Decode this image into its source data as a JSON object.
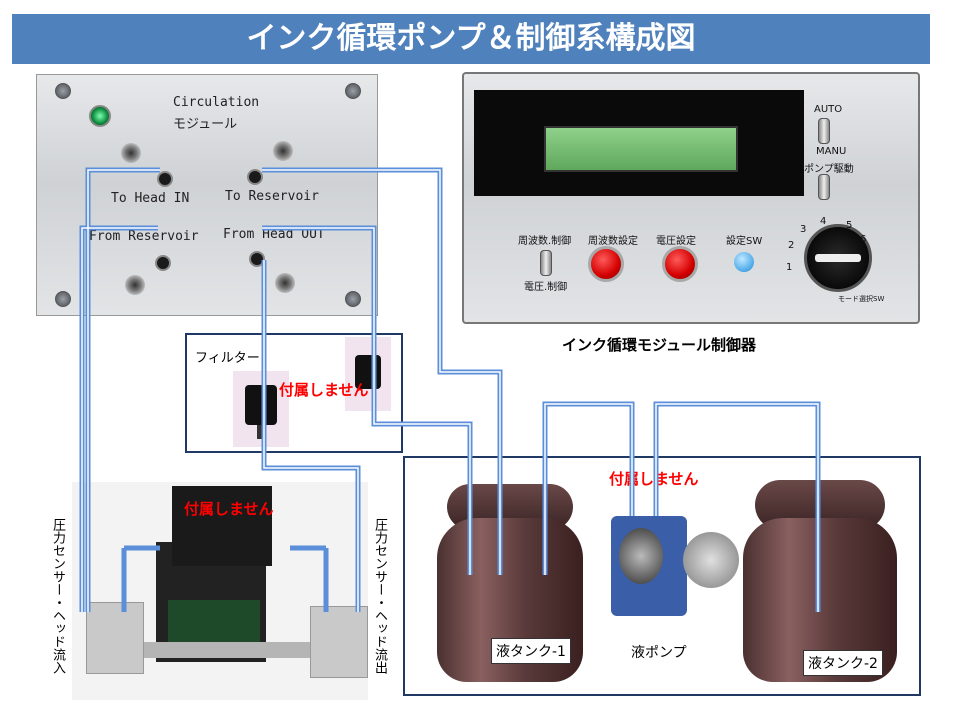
{
  "title": "インク循環ポンプ＆制御系構成図",
  "module": {
    "name_line1": "Circulation",
    "name_line2": "モジュール",
    "port_head_in": "To Head IN",
    "port_reservoir": "To Reservoir",
    "port_from_reservoir": "From Reservoir",
    "port_from_head_out": "From Head OUT"
  },
  "controller": {
    "caption": "インク循環モジュール制御器",
    "auto": "AUTO",
    "manu": "MANU",
    "pump_drive": "ポンプ駆動",
    "freq_ctrl": "周波数.制御",
    "volt_ctrl": "電圧.制御",
    "freq_set": "周波数設定",
    "volt_set": "電圧設定",
    "set_sw": "設定SW",
    "mode_sw": "モード選択SW",
    "dial": [
      "1",
      "2",
      "3",
      "4",
      "5",
      "6"
    ]
  },
  "filter": {
    "label": "フィルター",
    "not_included": "付属しません"
  },
  "head": {
    "not_included": "付属しません",
    "sensor_in": "圧力センサー・ヘッド流入",
    "sensor_out": "圧力センサー・ヘッド流出"
  },
  "tanks": {
    "pump_not_included": "付属しません",
    "tank1": "液タンク-1",
    "pump": "液ポンプ",
    "tank2": "液タンク-2"
  },
  "colors": {
    "banner": "#4f81bd",
    "tube": "#5b8fd9",
    "box_border": "#1f3864",
    "warning": "#ff0000"
  }
}
